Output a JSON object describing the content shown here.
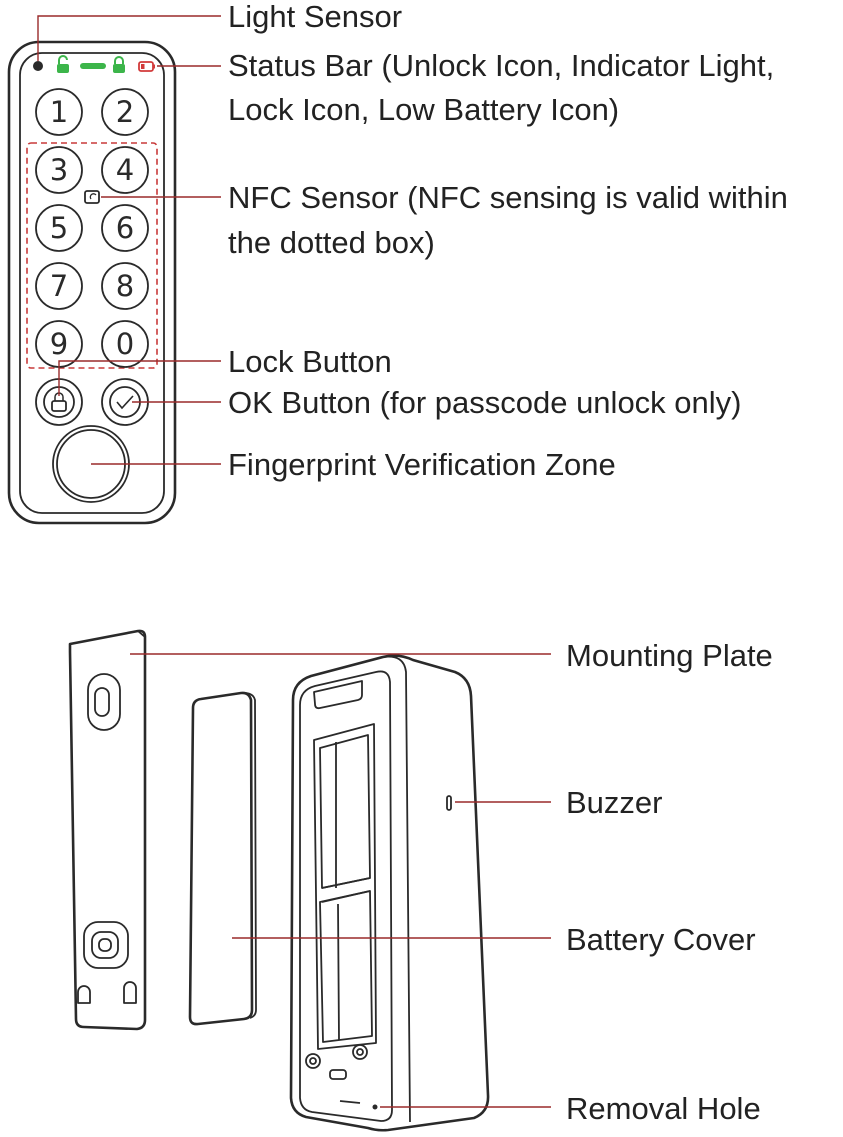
{
  "keypad_labels": {
    "light_sensor": "Light Sensor",
    "status_bar_line1": "Status Bar (Unlock Icon, Indicator Light,",
    "status_bar_line2": "Lock Icon, Low Battery Icon)",
    "nfc_line1": "NFC Sensor (NFC sensing is valid within",
    "nfc_line2": "the dotted box)",
    "lock_button": "Lock Button",
    "ok_button": "OK Button (for passcode unlock only)",
    "fingerprint": "Fingerprint Verification Zone"
  },
  "keys": [
    "1",
    "2",
    "3",
    "4",
    "5",
    "6",
    "7",
    "8",
    "9",
    "0"
  ],
  "mounting_labels": {
    "mounting_plate": "Mounting Plate",
    "buzzer": "Buzzer",
    "battery_cover": "Battery Cover",
    "removal_hole": "Removal Hole"
  },
  "colors": {
    "leader_line": "#9a2a2a",
    "nfc_box": "#c83a3a",
    "indicator_green": "#3cb54a",
    "low_battery_red": "#d23a3a",
    "outline": "#2a2a2a"
  }
}
